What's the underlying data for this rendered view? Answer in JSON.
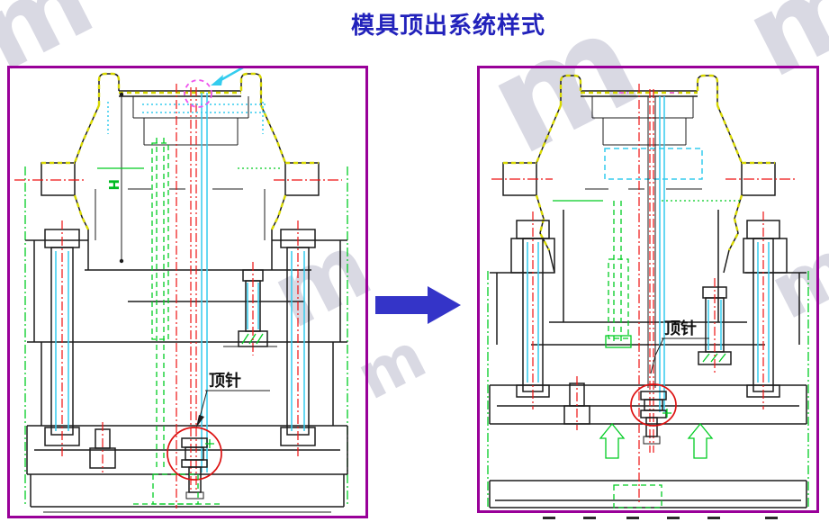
{
  "title": {
    "text": "模具顶出系统样式",
    "color": "#2222bb"
  },
  "watermark": {
    "letter": "m",
    "color": "#d9d9e3"
  },
  "transition_arrow": {
    "direction": "right",
    "color": "#3434c8"
  },
  "colors": {
    "figure_border": "#990099",
    "outline_black": "#1c1c1c",
    "hatch_yellow": "#d8d800",
    "centerline_red": "#ee1111",
    "auxiliary_green": "#00cc22",
    "rod_cyan": "#33ccee",
    "highlight_magenta": "#ee55ee",
    "callout_red": "#dd1111",
    "title_blue": "#2222bb",
    "arrow_blue": "#3434c8"
  },
  "left_figure": {
    "ejector_pin_label": "顶针",
    "height_dim_label": "H"
  },
  "right_figure": {
    "ejector_pin_label": "顶针"
  }
}
